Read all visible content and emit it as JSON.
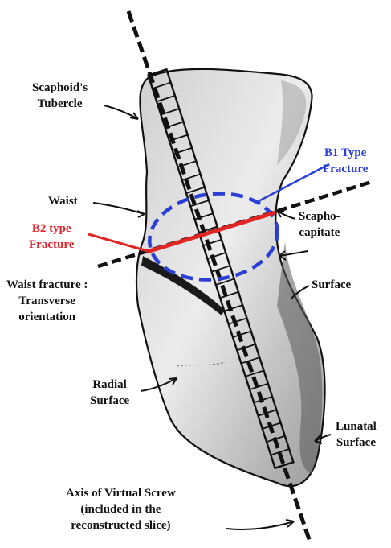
{
  "colors": {
    "b1_fracture": "#2b3fd6",
    "b2_fracture": "#e02525",
    "lines": "#111111",
    "bone_fill": "#d9d9d9"
  },
  "labels": {
    "scaphoid_tubercle": [
      "Scaphoid's",
      "Tubercle"
    ],
    "b1_type_fracture": [
      "B1 Type",
      "Fracture"
    ],
    "waist": [
      "Waist"
    ],
    "b2_type_fracture": [
      "B2 type",
      "Fracture"
    ],
    "scapho_capitate": [
      "Scapho-",
      "capitate"
    ],
    "surface": [
      "Surface"
    ],
    "waist_fracture": [
      "Waist fracture :",
      "Transverse",
      "orientation"
    ],
    "radial_surface": [
      "Radial",
      "Surface"
    ],
    "lunatal_surface": [
      "Lunatal",
      "Surface"
    ],
    "axis_virtual_screw": [
      "Axis of Virtual Screw",
      "(included in the",
      "reconstructed slice)"
    ]
  },
  "icons": {
    "screw": "screw-ladder-icon",
    "bone": "scaphoid-bone-icon"
  }
}
